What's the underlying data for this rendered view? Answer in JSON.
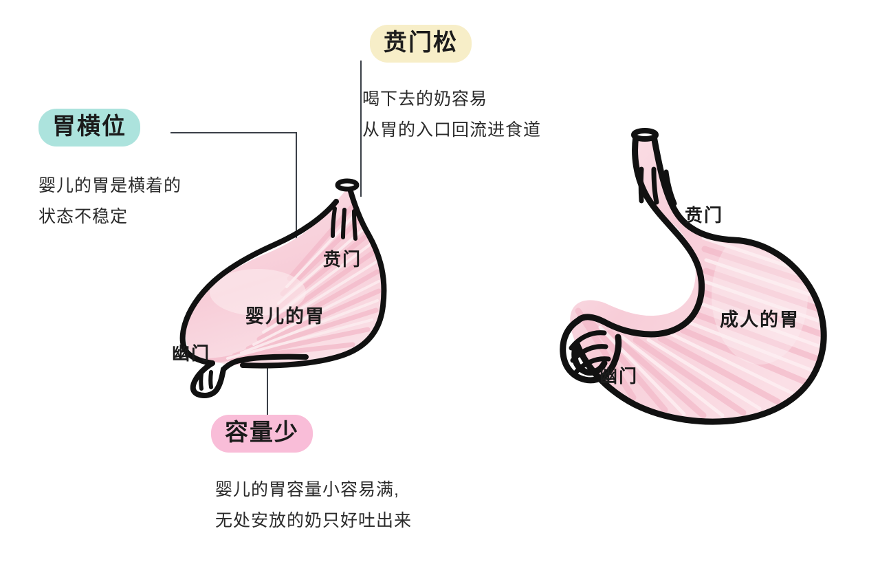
{
  "diagram": {
    "background_color": "#ffffff",
    "outline_color": "#111111",
    "mucosa_color": "#f6c9d4",
    "mucosa_light_color": "#fbe3e8"
  },
  "callouts": [
    {
      "id": "stomach-horizontal",
      "chip_label": "胃横位",
      "chip_color": "#ace3dd",
      "lines": [
        "婴儿的胃是横着的",
        "状态不稳定"
      ]
    },
    {
      "id": "loose-cardia",
      "chip_label": "贲门松",
      "chip_color": "#f7eec8",
      "lines": [
        "喝下去的奶容易",
        "从胃的入口回流进食道"
      ]
    },
    {
      "id": "small-capacity",
      "chip_label": "容量少",
      "chip_color": "#f9bdd8",
      "lines": [
        "婴儿的胃容量小容易满,",
        "无处安放的奶只好吐出来"
      ]
    }
  ],
  "infant_stomach": {
    "title": "婴儿的胃",
    "cardia_label": "贲门",
    "pylorus_label": "幽门"
  },
  "adult_stomach": {
    "title": "成人的胃",
    "cardia_label": "贲门",
    "pylorus_label": "幽门"
  }
}
